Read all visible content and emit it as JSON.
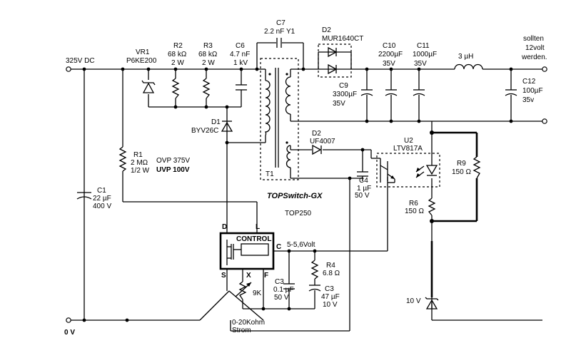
{
  "rails": {
    "input_label": "325V DC",
    "ground_label": "0 V",
    "output_note": [
      "sollten",
      "12volt",
      "werden."
    ]
  },
  "components": {
    "vr1": {
      "ref": "VR1",
      "value": "P6KE200"
    },
    "r2": {
      "ref": "R2",
      "value": "68 kΩ",
      "power": "2 W"
    },
    "r3": {
      "ref": "R3",
      "value": "68 kΩ",
      "power": "2 W"
    },
    "c6": {
      "ref": "C6",
      "value": "4.7 nF",
      "voltage": "1 kV"
    },
    "c7": {
      "ref": "C7",
      "value": "2.2 nF Y1"
    },
    "d2": {
      "ref": "D2",
      "value": "MUR1640CT"
    },
    "c9": {
      "ref": "C9",
      "value": "3300µF",
      "voltage": "35V"
    },
    "c10": {
      "ref": "C10",
      "value": "2200µF",
      "voltage": "35V"
    },
    "c11": {
      "ref": "C11",
      "value": "1000µF",
      "voltage": "35V"
    },
    "l1": {
      "value": "3 µH"
    },
    "c12": {
      "ref": "C12",
      "value": "100µF",
      "voltage": "35v"
    },
    "d1": {
      "ref": "D1",
      "value": "BYV26C"
    },
    "d3": {
      "ref": "D2",
      "value": "UF4007"
    },
    "r1": {
      "ref": "R1",
      "value": "2 MΩ",
      "power": "1/2 W",
      "ovp": "OVP 375V",
      "uvp": "UVP 100V"
    },
    "c1": {
      "ref": "C1",
      "value": "22 µF",
      "voltage": "400 V"
    },
    "t1": {
      "ref": "T1"
    },
    "c4": {
      "ref": "C4",
      "value": "1 µF",
      "voltage": "50 V"
    },
    "u2": {
      "ref": "U2",
      "value": "LTV817A"
    },
    "r9": {
      "ref": "R9",
      "value": "150 Ω"
    },
    "r6": {
      "ref": "R6",
      "value": "150 Ω"
    },
    "ic": {
      "brand": "TOPSwitch-GX",
      "part": "TOP250",
      "block": "CONTROL",
      "pin_d": "D",
      "pin_l": "L",
      "pin_c": "C",
      "pin_s": "S",
      "pin_x": "X",
      "pin_f": "F",
      "c_voltage": "5-5,6Volt"
    },
    "r4": {
      "ref": "R4",
      "value": "6.8 Ω"
    },
    "c3a": {
      "ref": "C3",
      "value": "0.1 µF",
      "voltage": "50 V"
    },
    "c3b": {
      "ref": "C3",
      "value": "47 µF",
      "voltage": "10 V"
    },
    "pot": {
      "value": "9K"
    },
    "zener": {
      "value": "10 V"
    },
    "x_note": [
      "0-20Kohm",
      "Strom"
    ]
  }
}
